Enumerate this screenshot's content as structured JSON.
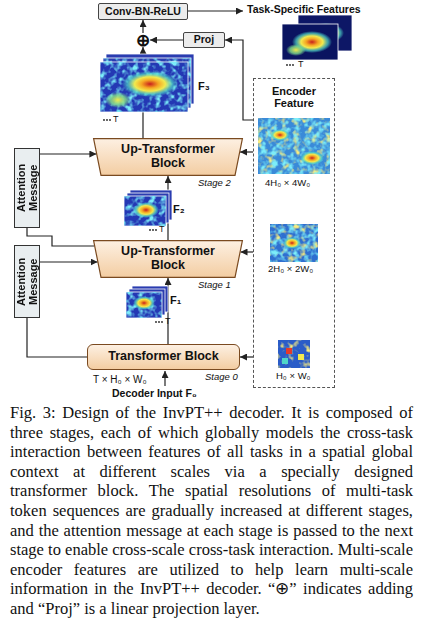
{
  "diagram": {
    "caption": "Fig. 3: Design of the InvPT++ decoder. It is composed of three stages, each of which globally models the cross-task interaction between features of all tasks in a spatial global context at different scales via a specially designed transformer block. The spatial resolutions of multi-task token sequences are gradually increased at different stages, and the attention message at each stage is passed to the next stage to enable cross-scale cross-task interaction. Multi-scale encoder features are utilized to help learn multi-scale information in the InvPT++ decoder. “⊕” indicates adding and “Proj” is a linear projection layer.",
    "nodes": [
      {
        "text": [
          "Conv-BN-ReLU"
        ]
      },
      {
        "text": [
          "⊕"
        ]
      },
      {
        "text": [
          "Proj"
        ]
      },
      {
        "text": [
          "Up-Transformer Block"
        ]
      },
      {
        "text": [
          "Up-Transformer Block"
        ]
      },
      {
        "text": [
          "Transformer Block"
        ]
      },
      {
        "text": [
          "Attention Message"
        ]
      },
      {
        "text": [
          "Attention Message"
        ]
      },
      {
        "text": [
          "Encoder Feature"
        ]
      }
    ],
    "edges": [
      {
        "from": 1,
        "to": 0,
        "arrow": "to"
      },
      {
        "from": 2,
        "to": 1,
        "arrow": "to"
      },
      {
        "from": 3,
        "to": 1,
        "arrow": "to"
      },
      {
        "from": 8,
        "to": 2,
        "arrow": "to"
      },
      {
        "from": 4,
        "to": 3,
        "arrow": "to"
      },
      {
        "from": 5,
        "to": 4,
        "arrow": "to"
      },
      {
        "from": 5,
        "to": 7,
        "arrow": "none"
      },
      {
        "from": 7,
        "to": 4,
        "arrow": "to"
      },
      {
        "from": 4,
        "to": 6,
        "arrow": "none"
      },
      {
        "from": 6,
        "to": 3,
        "arrow": "to"
      },
      {
        "from": 8,
        "to": 3,
        "arrow": "to"
      },
      {
        "from": 8,
        "to": 4,
        "arrow": "to"
      },
      {
        "from": 8,
        "to": 5,
        "arrow": "to"
      }
    ],
    "labels": [
      "Task-Specific Features",
      "T",
      "F₃",
      "T",
      "Stage 2",
      "F₂",
      "T",
      "Stage 1",
      "F₁",
      "T",
      "Stage 0",
      "T × H₀ × W₀",
      "Decoder Input F₀",
      "4H₀ × 4W₀",
      "2H₀ × 2W₀",
      "H₀ × W₀"
    ]
  }
}
